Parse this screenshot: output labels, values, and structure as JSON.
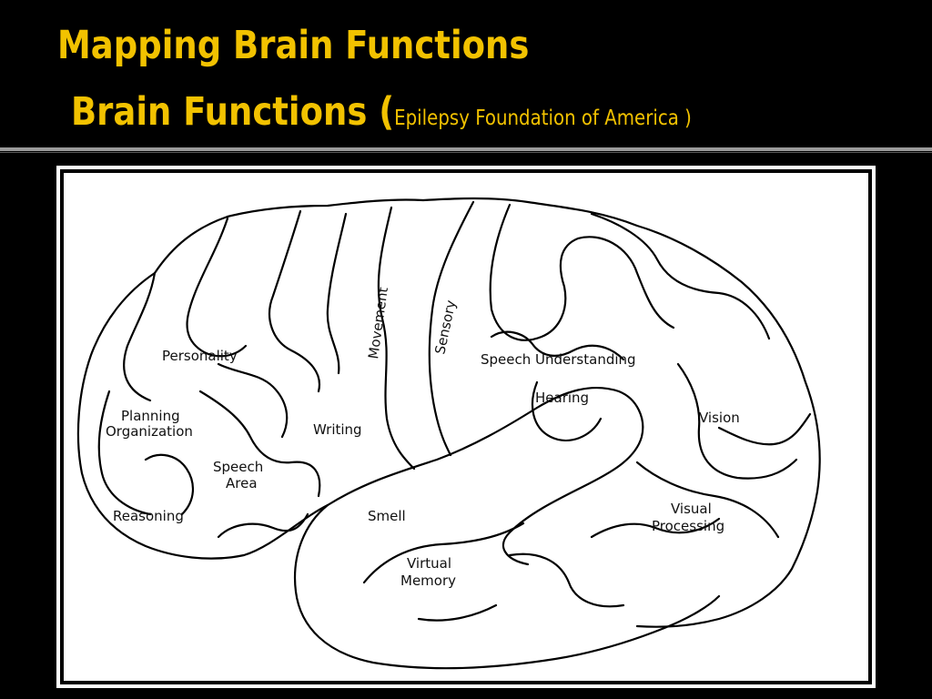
{
  "slide": {
    "title_line1": "Mapping Brain Functions",
    "title_line2_main": "Brain Functions (",
    "title_line2_small": "Epilepsy Foundation of America )"
  },
  "diagram": {
    "labels": {
      "personality": "Personality",
      "planning": "Planning",
      "organization": "Organization",
      "speech": "Speech",
      "area": "Area",
      "reasoning": "Reasoning",
      "writing": "Writing",
      "movement": "Movement",
      "sensory": "Sensory",
      "speech_understanding": "Speech Understanding",
      "hearing": "Hearing",
      "vision": "Vision",
      "visual": "Visual",
      "processing": "Processing",
      "smell": "Smell",
      "virtual": "Virtual",
      "memory": "Memory"
    }
  }
}
